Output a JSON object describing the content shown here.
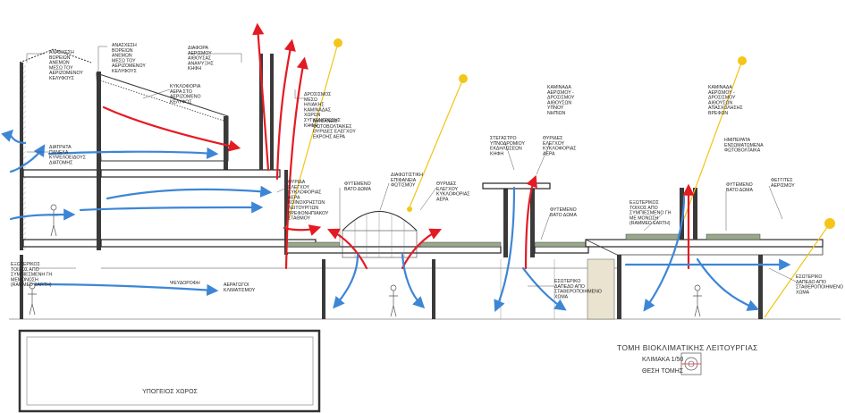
{
  "title": {
    "line1": "ΤΟΜΗ ΒΙΟΚΛΙΜΑΤΙΚΗΣ ΛΕΙΤΟΥΡΓΙΑΣ",
    "line2": "ΚΛΙΜΑΚΑ 1/50",
    "line3": "ΘΕΣΗ ΤΟΜΗΣ"
  },
  "basement_label": "ΥΠΟΓΕΙΟΣ ΧΩΡΟΣ",
  "labels": {
    "capture_north_1": [
      "ΑΝΑΣΧΕΣΗ",
      "ΒΟΡΕΙΩΝ",
      "ΑΝΕΜΩΝ",
      "ΜΕΣΩ ΤΟΥ",
      "ΑΕΡΙΖΟΜΕΝΟΥ",
      "ΚΕΛΥΦΟΥΣ"
    ],
    "capture_north_2": [
      "ΑΝΑΣΧΕΣΗ",
      "ΒΟΡΕΙΩΝ",
      "ΑΝΕΜΩΝ",
      "ΜΕΣΩ ΤΟΥ",
      "ΑΕΡΙΖΟΜΕΝΟΥ",
      "ΚΕΛΥΦΟΥΣ"
    ],
    "pressure_diff": [
      "ΔΙΑΦΟΡΑ",
      "ΑΕΡΙΣΜΟΥ",
      "ΑΙΘΟΥΣΑΣ",
      "ΑΝΑΨΥΞΗΣ",
      "ΚΗΦΗ"
    ],
    "air_circulation": [
      "ΚΥΚΛΟΦΟΡΙΑ",
      "ΑΕΡΑ ΣΤΟ",
      "ΑΕΡΙΖΟΜΕΝΟ",
      "ΚΕΛΥΦΟΣ"
    ],
    "cooling_chimney": [
      "ΔΡΟΣΙΣΜΟΣ",
      "ΜΕΣΩ",
      "ΗΛΙΑΚΗΣ",
      "ΚΑΜΙΝΑΔΑΣ",
      "ΧΩΡΩΝ",
      "ΣΥΓΚΕΝΤΡΩΣΗΣ",
      "ΚΗΦΗ"
    ],
    "pv_shutters": [
      "ΔΙΑΦΑΝΕΙΣ",
      "ΦΩΤΟΒΟΛΤΑΙΚΕΣ",
      "ΘΥΡΙΔΕΣ ΕΛΕΓΧΟΥ",
      "ΕΚΡΟΗΣ ΑΕΡΑ"
    ],
    "perforated_panels": [
      "ΔΙΑΤΡΗΤΑ",
      "ΠΑΝΕΛΑ",
      "ΚΥΨΕΛΟΕΙΔΟΥΣ",
      "ΔΙΑΤΟΜΗΣ"
    ],
    "shutter_control": [
      "ΘΥΡΙΔΑ",
      "ΕΛΕΓΧΟΥ",
      "ΚΥΚΛΟΦΟΡΙΑΣ",
      "ΑΕΡΑ",
      "ΚΟΙΝΟΧΡΗΣΤΩΝ",
      "ΛΕΙΤΟΥΡΓΙΩΝ",
      "ΒΡΕΦΟΝΗΠΙΑΚΟΥ",
      "ΣΤΑΘΜΟΥ"
    ],
    "green_roof_1": [
      "ΦΥΤΕΜΕΝΟ",
      "ΒΑΤΟ ΔΩΜΑ"
    ],
    "translucent_dome": [
      "ΔΙΑΦΩΤΙΣΤΙΚΗ",
      "ΕΠΙΦΑΝΕΙΑ",
      "ΦΩΤΙΣΜΟΥ"
    ],
    "shutters_circ_1": [
      "ΘΥΡΙΔΕΣ",
      "ΕΛΕΓΧΟΥ",
      "ΚΥΚΛΟΦΟΡΙΑΣ",
      "ΑΕΡΑ"
    ],
    "canopy": [
      "ΣΤΕΓΑΣΤΡΟ",
      "ΥΠΝΟΔΡΟΜΙΟΥ",
      "ΕΚΔΗΛΩΣΕΩΝ",
      "ΚΗΦΗ"
    ],
    "shutters_circ_2": [
      "ΘΥΡΙΔΕΣ",
      "ΕΛΕΓΧΟΥ",
      "ΚΥΚΛΟΦΟΡΙΑΣ",
      "ΑΕΡΑ"
    ],
    "green_roof_2": [
      "ΦΥΤΕΜΕΝΟ",
      "ΒΑΤΟ ΔΩΜΑ"
    ],
    "chimney_sleep": [
      "ΚΑΜΙΝΑΔΑ",
      "ΑΕΡΙΣΜΟΥ -",
      "ΔΡΟΣΙΣΜΟΥ",
      "ΑΙΘΟΥΣΩΝ",
      "ΥΠΝΟΥ",
      "ΝΗΠΙΩΝ"
    ],
    "chimney_infant": [
      "ΚΑΜΙΝΑΔΑ",
      "ΑΕΡΙΣΜΟΥ -",
      "ΔΡΟΣΙΣΜΟΥ",
      "ΑΙΘΟΥΣΩΝ",
      "ΑΠΑΣΧΟΛΗΣΗΣ",
      "ΒΡΕΦΩΝ"
    ],
    "semi_transparent_pv": [
      "ΗΜΙΠΕΡΑΤΑ",
      "ΕΝΣΩΜΑΤΩΜΕΝΑ",
      "ΦΩΤΟΒΟΛΤΑΙΚΑ"
    ],
    "exterior_wall_1": [
      "ΕΞΩΤΕΡΙΚΟΣ",
      "ΤΟΙΧΟΣ ΑΠΟ",
      "ΣΥΜΠΙΕΣΜΕΝΟ ΓΗ",
      "ΜΕ ΜΟΝΩΣΗ",
      "(RAMMED EARTH)"
    ],
    "green_roof_3": [
      "ΦΥΤΕΜΕΝΟ",
      "ΒΑΤΟ ΔΩΜΑ"
    ],
    "fan_vents": [
      "ΦΕΓΓΙΤΕΣ",
      "ΑΕΡΙΣΜΟΥ"
    ],
    "exterior_wall_2": [
      "ΕΞΩΤΕΡΙΚΟΣ",
      "ΤΟΙΧΟΣ ΑΠΟ",
      "ΣΥΜΠΙΕΣΜΕΝΗ ΓΗ",
      "ΜΕΜΟΝΩΣΗ",
      "(RAMMED EARTH)"
    ],
    "false_ceiling": [
      "ΨΕΥΔΟΡΟΦΗ"
    ],
    "cooling_ducts": [
      "ΑΕΡΑΓΩΓΟΙ",
      "ΚΛΙΜΑΤΙΣΜΟΥ"
    ],
    "floor_stabilized_1": [
      "ΕΣΩΤΕΡΙΚΟ",
      "ΔΑΠΕΔΟ ΑΠΟ",
      "ΣΤΑΘΕΡΟΠΟΙΗΜΕΝΟ",
      "ΧΩΜΑ"
    ],
    "floor_stabilized_2": [
      "ΕΣΩΤΕΡΙΚΟ",
      "ΔΑΠΕΔΟ ΑΠΟ",
      "ΣΤΑΘΕΡΟΠΟΙΗΜΕΝΟ",
      "ΧΩΜΑ"
    ]
  },
  "colors": {
    "warm_air": "#e41b23",
    "cool_air": "#3d86d6",
    "sun": "#f5c518",
    "structure": "#3a3a3a"
  }
}
